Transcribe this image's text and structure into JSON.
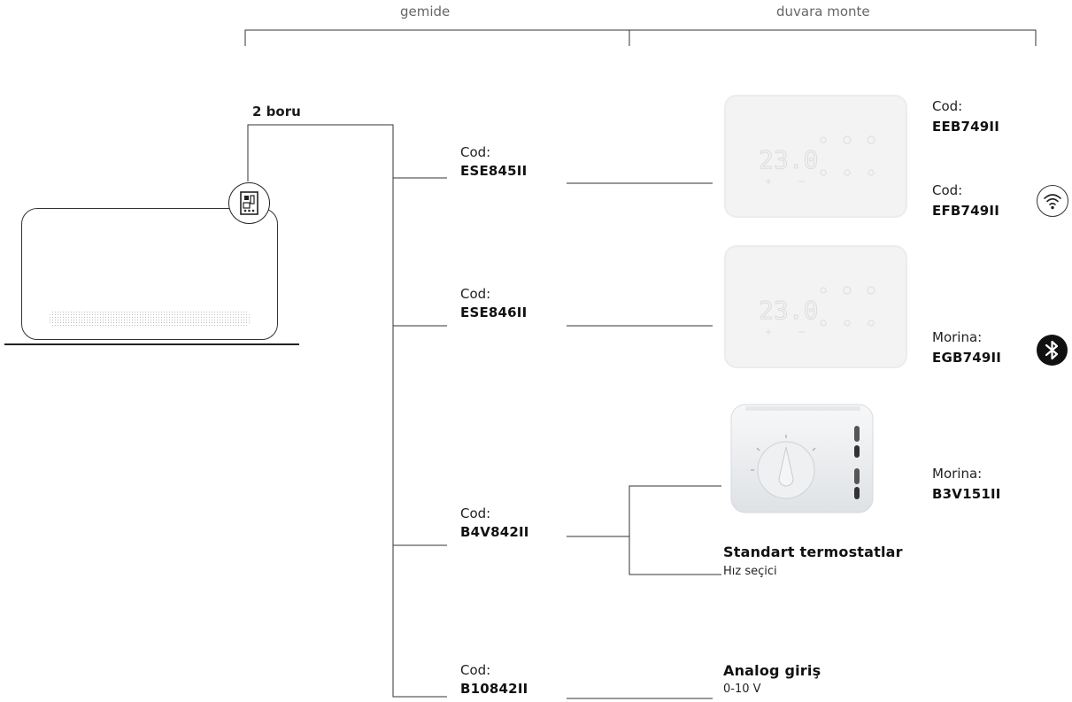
{
  "header": {
    "left": "gemide",
    "right": "duvara monte"
  },
  "pipes": "2 boru",
  "codes": [
    {
      "label": "Cod:",
      "value": "ESE845II"
    },
    {
      "label": "Cod:",
      "value": "ESE846II"
    },
    {
      "label": "Cod:",
      "value": "B4V842II"
    },
    {
      "label": "Cod:",
      "value": "B10842II"
    }
  ],
  "right_codes": [
    {
      "label": "Cod:",
      "value": "EEB749II"
    },
    {
      "label": "Cod:",
      "value": "EFB749II"
    },
    {
      "label": "Morina:",
      "value": "EGB749II"
    },
    {
      "label": "Morina:",
      "value": "B3V151II"
    }
  ],
  "thermostat_display": {
    "temp": "23.0"
  },
  "standard": {
    "title": "Standart termostatlar",
    "subtitle": "Hız seçici"
  },
  "analog": {
    "title": "Analog giriş",
    "subtitle": "0-10 V"
  },
  "icons": {
    "wifi": "wifi-icon",
    "bluetooth": "bluetooth-icon",
    "board": "control-board-icon"
  }
}
